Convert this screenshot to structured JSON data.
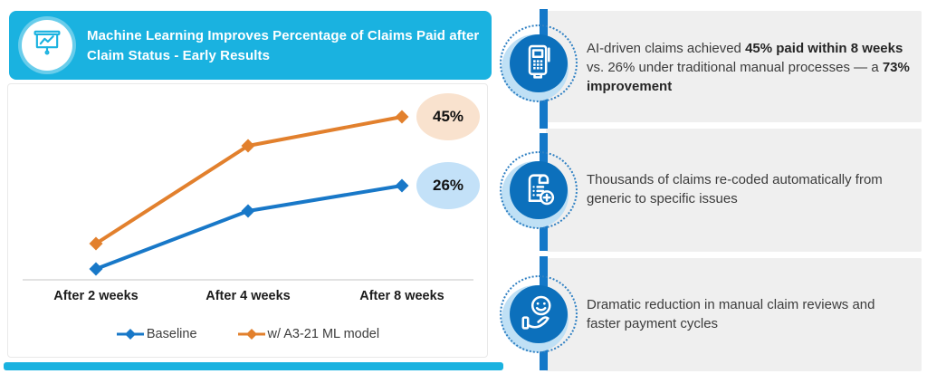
{
  "header": {
    "icon": "presentation-chart-icon",
    "title_line1": "Machine Learning Improves Percentage of Claims Paid after",
    "title_line2": "Claim Status - Early Results"
  },
  "chart_data": {
    "type": "line",
    "title": "Machine Learning Improves Percentage of Claims Paid after Claim Status - Early Results",
    "categories": [
      "After 2 weeks",
      "After 4 weeks",
      "After 8 weeks"
    ],
    "series": [
      {
        "name": "Baseline",
        "color": "#1878C8",
        "marker": "diamond",
        "values": [
          3,
          19,
          26
        ],
        "end_label": "26%",
        "end_label_bg": "#C3E1F8"
      },
      {
        "name": "w/ A3-21 ML model",
        "color": "#E2802D",
        "marker": "diamond",
        "values": [
          10,
          37,
          45
        ],
        "end_label": "45%",
        "end_label_bg": "#F9E2CE"
      }
    ],
    "xlabel": "",
    "ylabel": "",
    "ylim": [
      0,
      52
    ],
    "grid": false,
    "legend_position": "bottom"
  },
  "insights": [
    {
      "icon": "card-terminal-icon",
      "text_parts": [
        {
          "text": "AI-driven claims achieved ",
          "bold": false
        },
        {
          "text": "45% paid within 8 weeks",
          "bold": true
        },
        {
          "text": " vs. 26% under traditional manual processes — a ",
          "bold": false
        },
        {
          "text": "73% improvement",
          "bold": true
        }
      ]
    },
    {
      "icon": "scroll-plus-icon",
      "text_parts": [
        {
          "text": "Thousands of claims re-coded automatically from generic to specific issues",
          "bold": false
        }
      ]
    },
    {
      "icon": "hand-smiley-icon",
      "text_parts": [
        {
          "text": "Dramatic reduction in manual claim reviews and faster payment cycles",
          "bold": false
        }
      ]
    }
  ],
  "colors": {
    "accent_cyan": "#1AB2E0",
    "timeline_blue": "#1478C8",
    "icon_circle_blue": "#0C70BC",
    "icon_halo_blue": "#BFE0F5",
    "baseline_blue": "#1878C8",
    "ml_orange": "#E2802D",
    "card_gray": "#EFEFEF",
    "axis_gray": "#D8D8D8"
  }
}
